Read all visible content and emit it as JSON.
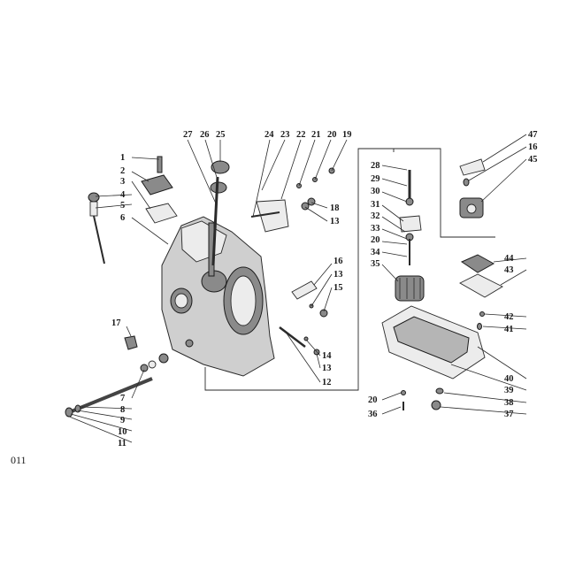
{
  "page_code": "011",
  "callouts": [
    "1",
    "2",
    "3",
    "4",
    "5",
    "6",
    "7",
    "8",
    "9",
    "10",
    "11",
    "12",
    "13",
    "13",
    "14",
    "15",
    "16",
    "16",
    "17",
    "18",
    "19",
    "20",
    "20",
    "20",
    "21",
    "22",
    "23",
    "24",
    "25",
    "26",
    "27",
    "28",
    "29",
    "30",
    "31",
    "32",
    "33",
    "34",
    "35",
    "36",
    "37",
    "38",
    "39",
    "40",
    "41",
    "42",
    "43",
    "44",
    "45",
    "47"
  ]
}
